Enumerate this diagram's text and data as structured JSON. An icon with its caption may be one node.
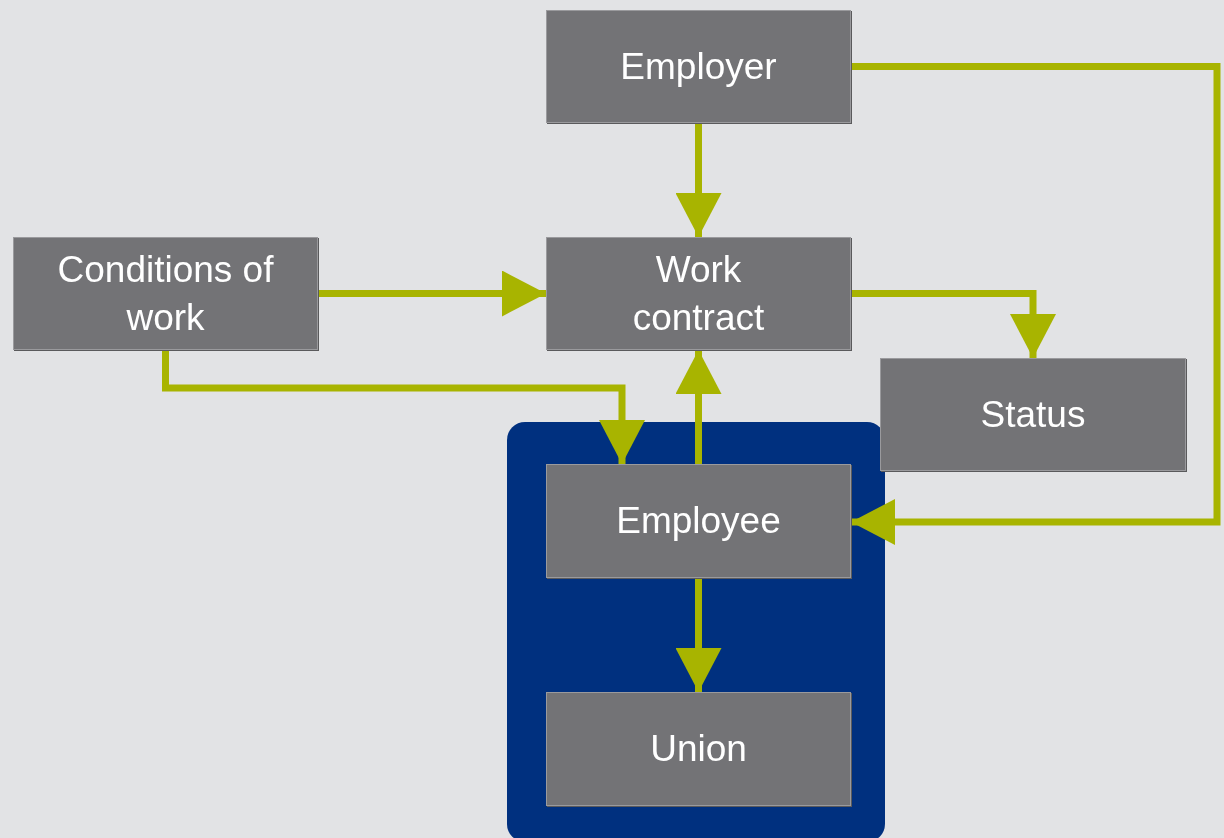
{
  "diagram": {
    "nodes": [
      {
        "text": [
          "Employer"
        ]
      },
      {
        "text": [
          "Conditions of work"
        ]
      },
      {
        "text": [
          "Work contract"
        ]
      },
      {
        "text": [
          "Status"
        ]
      },
      {
        "text": [],
        "shape": "box"
      },
      {
        "text": [
          "Employee"
        ],
        "in": 4
      },
      {
        "text": [
          "Union"
        ],
        "in": 4
      }
    ],
    "edges": [
      {
        "from": 0,
        "to": 2,
        "arrow": "to"
      },
      {
        "from": 1,
        "to": 2,
        "arrow": "to"
      },
      {
        "from": 1,
        "to": 5,
        "arrow": "to"
      },
      {
        "from": 2,
        "to": 3,
        "arrow": "to"
      },
      {
        "from": 5,
        "to": 2,
        "arrow": "to"
      },
      {
        "from": 0,
        "to": 5,
        "arrow": "to"
      },
      {
        "from": 5,
        "to": 6,
        "arrow": "to"
      }
    ]
  }
}
